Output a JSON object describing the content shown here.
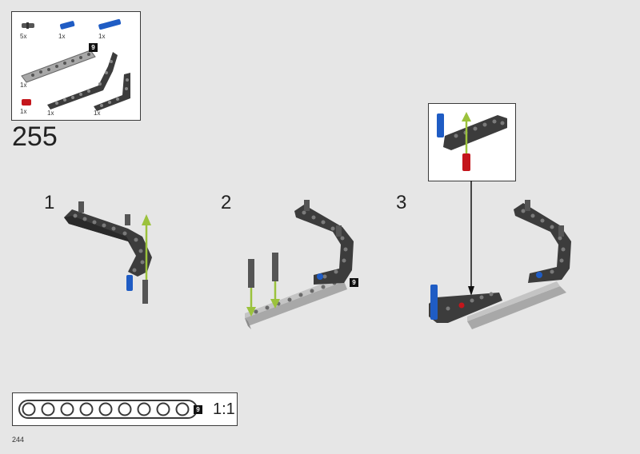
{
  "page": {
    "number": "244"
  },
  "step": {
    "number": "255"
  },
  "colors": {
    "dark_gray": "#3c3c3c",
    "light_gray": "#a8a8a8",
    "blue": "#1f5cc4",
    "red": "#c4161c",
    "arrow_green": "#9bc23c",
    "background": "#e6e6e6"
  },
  "parts_list": {
    "items": [
      {
        "qty": "5x",
        "part": "gray-pin"
      },
      {
        "qty": "1x",
        "part": "blue-axle-pin"
      },
      {
        "qty": "1x",
        "part": "blue-long-pin"
      },
      {
        "qty": "1x",
        "part": "gray-beam-9"
      },
      {
        "qty": "1x",
        "part": "red-pin"
      },
      {
        "qty": "1x",
        "part": "dark-bent-beam"
      },
      {
        "qty": "1x",
        "part": "dark-l-beam"
      }
    ],
    "beam_length_badge": "9"
  },
  "sub_steps": [
    {
      "label": "1"
    },
    {
      "label": "2"
    },
    {
      "label": "3"
    }
  ],
  "assembly": {
    "step2_badge": "9"
  },
  "ruler": {
    "badge": "9",
    "scale": "1:1",
    "holes": 9
  }
}
